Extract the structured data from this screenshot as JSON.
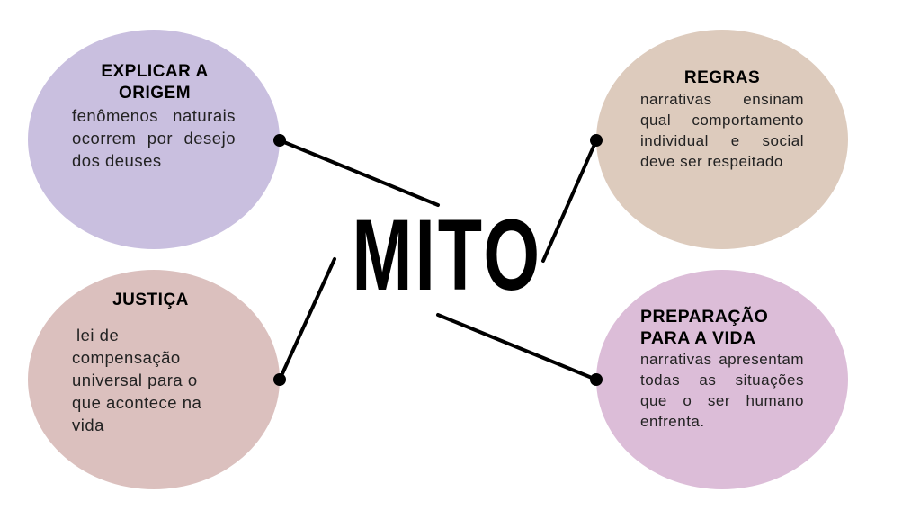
{
  "center": {
    "label": "MITO"
  },
  "nodes": [
    {
      "id": "origem",
      "title_lines": [
        "EXPLICAR A",
        "ORIGEM"
      ],
      "body": "fenômenos naturais ocorrem por desejo dos deuses",
      "color": "#c9bfdf"
    },
    {
      "id": "regras",
      "title_lines": [
        "REGRAS"
      ],
      "body": "narrativas ensinam qual comportamento individual e social deve ser respeitado",
      "color": "#ddcbbd"
    },
    {
      "id": "justica",
      "title_lines": [
        "JUSTIÇA"
      ],
      "body": "lei de compensação universal para o que acontece na vida",
      "color": "#dbc0be"
    },
    {
      "id": "preparacao",
      "title_lines": [
        "PREPARAÇÃO",
        "PARA A VIDA"
      ],
      "body": "narrativas apresentam todas as situações que o ser humano enfrenta.",
      "color": "#dcbdd8"
    }
  ]
}
